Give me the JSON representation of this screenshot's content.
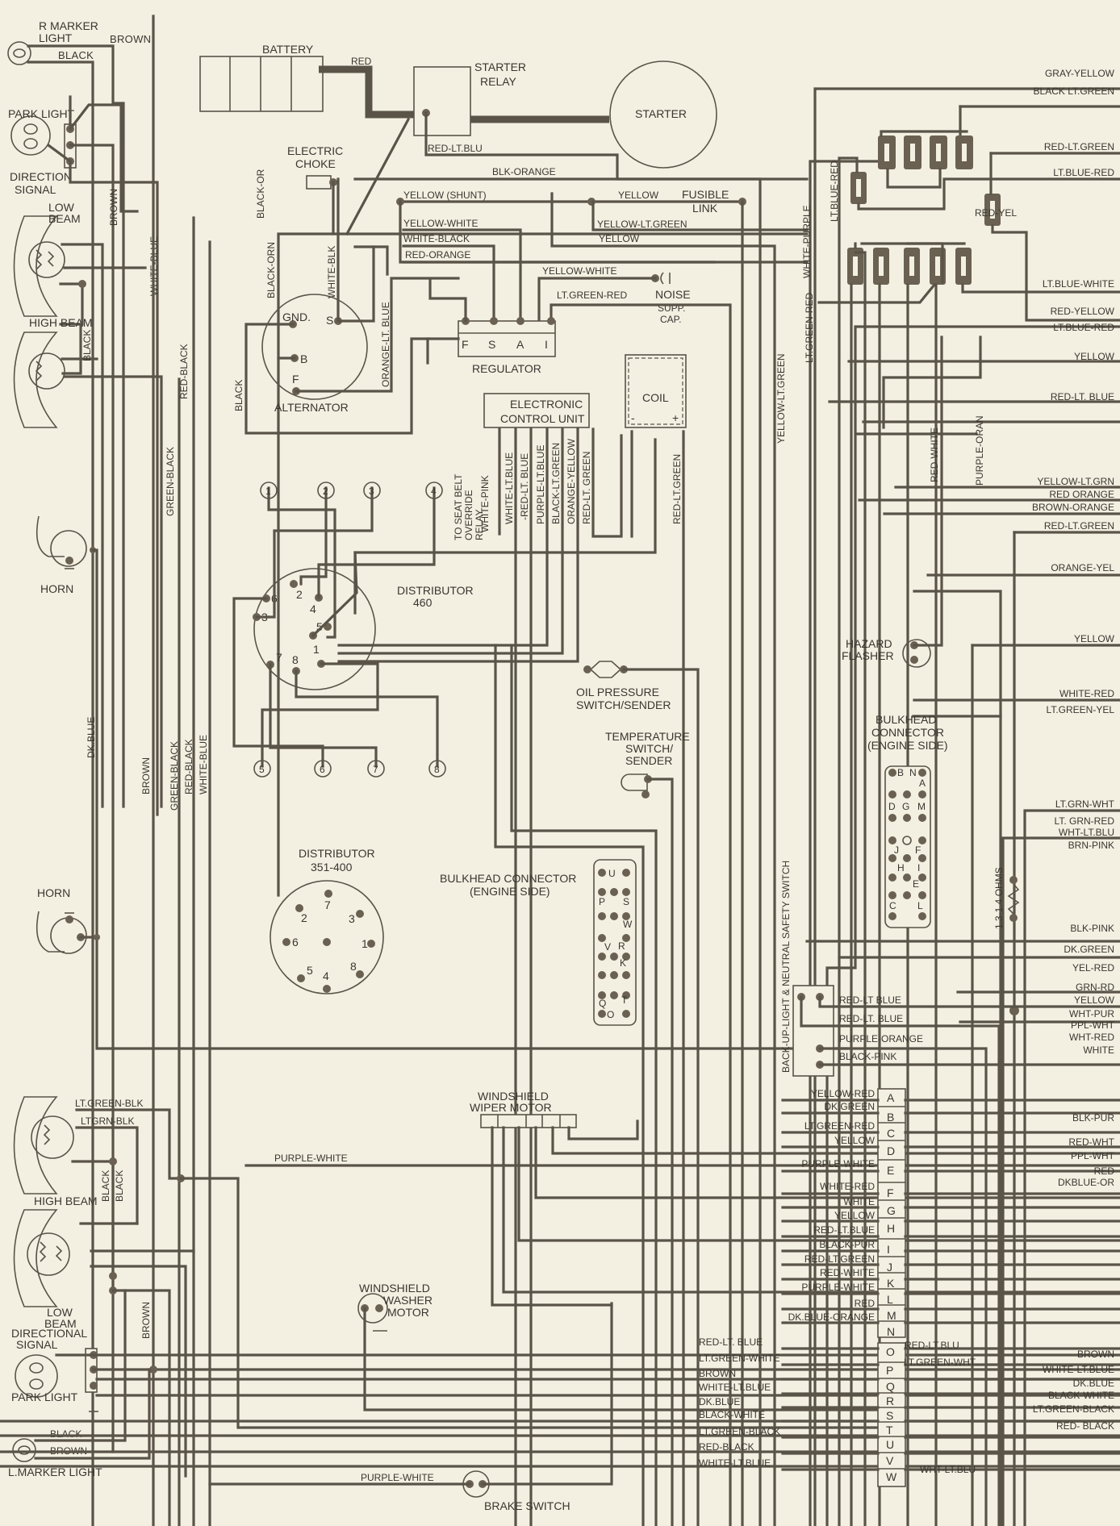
{
  "title": "Wiring Diagram",
  "components": {
    "r_marker_light": "R MARKER LIGHT",
    "r_marker_line1": "R MARKER",
    "r_marker_line2": "LIGHT",
    "park_light_top": "PARK LIGHT",
    "direction_signal": [
      "DIRECTION",
      "SIGNAL"
    ],
    "low_beam_top": [
      "LOW",
      "BEAM"
    ],
    "high_beam_top": "HIGH BEAM",
    "horn_top": "HORN",
    "horn_bottom": "HORN",
    "high_beam_bottom": "HIGH BEAM",
    "low_beam_bottom": [
      "LOW",
      "BEAM"
    ],
    "directional_signal_bottom": [
      "DIRECTIONAL",
      "SIGNAL"
    ],
    "park_light_bottom": "PARK LIGHT",
    "l_marker_light": "L.MARKER LIGHT",
    "battery": "BATTERY",
    "starter_relay": [
      "STARTER",
      "RELAY"
    ],
    "starter": "STARTER",
    "electric_choke": [
      "ELECTRIC",
      "CHOKE"
    ],
    "fusible_link": [
      "FUSIBLE",
      "LINK"
    ],
    "noise_supp_cap": [
      "NOISE",
      "SUPP.",
      "CAP."
    ],
    "regulator": "REGULATOR",
    "regulator_terminals": [
      "F",
      "S",
      "A",
      "I"
    ],
    "alternator": "ALTERNATOR",
    "alternator_terminals": [
      "GND.",
      "S",
      "B",
      "F"
    ],
    "ecu": [
      "ELECTRONIC",
      "CONTROL UNIT"
    ],
    "coil": "COIL",
    "coil_terminals": [
      "-",
      "+"
    ],
    "seat_belt_relay": [
      "TO SEAT BELT",
      "OVERRIDE",
      "RELAY"
    ],
    "distributor_460": [
      "DISTRIBUTOR",
      "460"
    ],
    "distributor_351": [
      "DISTRIBUTOR",
      "351-400"
    ],
    "distributor_460_pins": [
      "1",
      "2",
      "3",
      "4",
      "5",
      "6",
      "7",
      "8"
    ],
    "distributor_circled": [
      "1",
      "2",
      "3",
      "4",
      "5",
      "6",
      "7",
      "8"
    ],
    "oil_pressure": [
      "OIL PRESSURE",
      "SWITCH/SENDER"
    ],
    "temp_sender": [
      "TEMPERATURE",
      "SWITCH/",
      "SENDER"
    ],
    "bulkhead_left": [
      "BULKHEAD CONNECTOR",
      "(ENGINE SIDE)"
    ],
    "bulkhead_left_pins": [
      "U",
      "P",
      "S",
      "W",
      "R",
      "V",
      "K",
      "Q",
      "T",
      "O"
    ],
    "bulkhead_right": [
      "BULKHEAD",
      "CONNECTOR",
      "(ENGINE SIDE)"
    ],
    "bulkhead_right_pins": [
      "B",
      "N",
      "A",
      "D",
      "G",
      "M",
      "J",
      "F",
      "H",
      "I",
      "E",
      "C",
      "L"
    ],
    "hazard_flasher": [
      "HAZARD",
      "FLASHER"
    ],
    "resistor": "1.3-1.4 OHMS",
    "backup_switch": "BACK-UP-LIGHT & NEUTRAL SAFETY SWITCH",
    "wiper_motor": [
      "WINDSHIELD",
      "WIPER MOTOR"
    ],
    "washer_motor": [
      "WINDSHIELD",
      "WASHER",
      "MOTOR"
    ],
    "brake_switch": "BRAKE SWITCH"
  },
  "left_wires": {
    "brown_top": "BROWN",
    "black_top": "BLACK",
    "brown_v": "BROWN",
    "white_blue_v1": "WHITE-BLUE",
    "black_v": "BLACK",
    "red_black_v1": "RED-BLACK",
    "green_black_v1": "GREEN-BLACK",
    "dk_blue": "DK.BLUE",
    "brown_v2": "BROWN",
    "green_black_v2": "GREEN-BLACK",
    "red_black_v2": "RED-BLACK",
    "white_blue_v2": "WHITE-BLUE",
    "lt_green_blk": "LT.GREEN-BLK",
    "ltgrn_blk": "LTGRN-BLK",
    "black_b1": "BLACK",
    "black_b2": "BLACK",
    "brown_b": "BROWN",
    "black_bottom": "BLACK",
    "brown_bottom": "BROWN",
    "purple_white_mid": "PURPLE-WHITE",
    "purple_white_brake": "PURPLE-WHITE"
  },
  "engine_wires": {
    "red": "RED",
    "red_lt_blu": "RED-LT.BLU",
    "blk_orange": "BLK-ORANGE",
    "yellow_shunt": "YELLOW (SHUNT)",
    "yellow": "YELLOW",
    "yellow_lt_green": "YELLOW-LT.GREEN",
    "yellow2": "YELLOW",
    "yellow_white": "YELLOW-WHITE",
    "white_black": "WHITE-BLACK",
    "red_orange": "RED-ORANGE",
    "yellow_white2": "YELLOW-WHITE",
    "lt_green_red": "LT.GREEN-RED",
    "black_or": "BLACK-OR",
    "black_orn": "BLACK-ORN",
    "white_blk": "WHITE-BLK",
    "orange_lt_blue": "ORANGE-LT. BLUE",
    "black_alt": "BLACK",
    "ecu_wires": [
      "WHITE-PINK",
      "WHITE-LT.BLUE",
      "-RED-LT. BLUE",
      "PURPLE-LT.BLUE",
      "BLACK-LT.GREEN",
      "ORANGE-YELLOW",
      "RED-LT. GREEN"
    ],
    "coil_red_ltgreen": "RED-LT.GREEN",
    "yellow_ltgreen_v": "YELLOW-LT.GREEN",
    "white_purple_v": "WHITE-PURPLE",
    "ltgreen_red_v": "LT.GREEN-RED",
    "ltblue_red_v": "LT.BLUE-RED",
    "red_white_v": "RED-WHITE",
    "purple_oran_v": "PURPLE-ORAN"
  },
  "right_edge_labels": [
    "GRAY-YELLOW",
    "BLACK LT.GREEN",
    "RED-LT.GREEN",
    "LT.BLUE-RED",
    "RED-YEL",
    "LT.BLUE-WHITE",
    "RED-YELLOW",
    "LT.BLUE-RED",
    "YELLOW",
    "RED-LT. BLUE",
    "YELLOW-LT.GRN",
    "RED ORANGE",
    "BROWN-ORANGE",
    "RED-LT.GREEN",
    "ORANGE-YEL",
    "YELLOW",
    "WHITE-RED",
    "LT.GREEN-YEL",
    "LT.GRN-WHT",
    "LT. GRN-RED",
    "WHT-LT.BLU",
    "BRN-PINK",
    "BLK-PINK",
    "DK.GREEN",
    "YEL-RED",
    "GRN-RD",
    "YELLOW",
    "WHT-PUR",
    "PPL-WHT",
    "WHT-RED",
    "WHITE",
    "BLK-PUR",
    "RED-WHT",
    "PPL-WHT",
    "RED",
    "DKBLUE-OR",
    "BROWN",
    "WHITE-LT.BLUE",
    "DK.BLUE",
    "BLACK-WHITE",
    "LT.GREEN-BLACK",
    "RED- BLACK"
  ],
  "backup_switch_wires": [
    "RED-LT BLUE",
    "RED-LT. BLUE",
    "PURPLE-ORANGE",
    "BLACK-PINK"
  ],
  "bulkhead_strip": {
    "pins_top": [
      "A",
      "B",
      "C",
      "D",
      "E",
      "F",
      "G",
      "H",
      "I",
      "J",
      "K",
      "L",
      "M",
      "N"
    ],
    "pins_bottom": [
      "O",
      "P",
      "Q",
      "R",
      "S",
      "T",
      "U",
      "V",
      "W"
    ],
    "left_labels_top": [
      "YELLOW-RED",
      "DK.GREEN",
      "LT.GREEN-RED",
      "YELLOW",
      "PURPLE-WHITE",
      "WHITE-RED",
      "WHITE",
      "YELLOW",
      "RED-LT.BLUE",
      "BLACK-PUR",
      "RED-LT.GREEN",
      "RED-WHITE",
      "PURPLE-WHITE",
      "RED",
      "DK.BLUE-ORANGE"
    ],
    "left_labels_bottom": [
      "RED-LT. BLUE",
      "LT.GREEN-WHITE",
      "BROWN",
      "WHITE-LT.BLUE",
      "DK.BLUE",
      "BLACK-WHITE",
      "LT.GREEN-BLACK",
      "RED-BLACK",
      "WHITE-LT.BLUE"
    ],
    "inner_right_labels": [
      "RED-LT.BLU",
      "LT.GREEN-WHT",
      "WHT-LT.BLU"
    ]
  }
}
